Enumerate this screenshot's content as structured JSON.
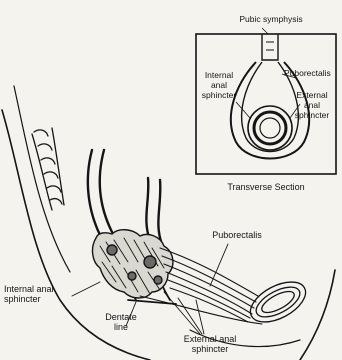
{
  "inset": {
    "caption": "Transverse Section",
    "labels": {
      "pubic_symphysis": "Pubic symphysis",
      "puborectalis": "Puborectalis",
      "internal_anal_sphincter": [
        "Internal",
        "anal",
        "sphincter"
      ],
      "external_anal_sphincter": [
        "External",
        "anal",
        "sphincter"
      ]
    }
  },
  "main": {
    "labels": {
      "puborectalis": "Puborectalis",
      "internal_anal_sphincter": [
        "Internal anal",
        "sphincter"
      ],
      "dentate_line": [
        "Dentate",
        "line"
      ],
      "external_anal_sphincter": [
        "External anal",
        "sphincter"
      ]
    }
  },
  "colors": {
    "ink": "#151515",
    "paper": "#f4f3ee"
  }
}
